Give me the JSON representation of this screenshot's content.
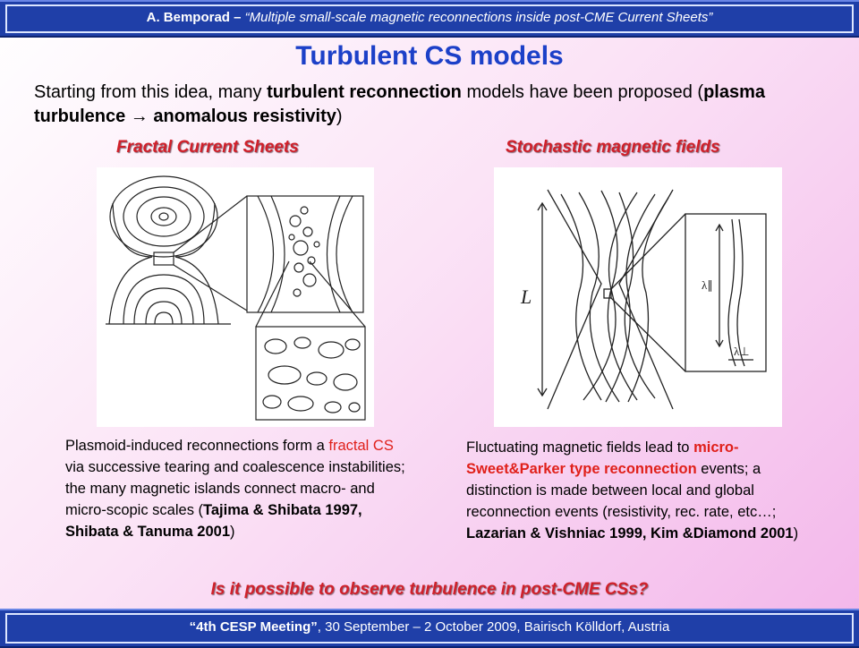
{
  "header": {
    "author": "A. Bemporad",
    "separator": " – ",
    "talk_title": "“Multiple small-scale magnetic reconnections inside post-CME Current Sheets”"
  },
  "title": "Turbulent CS models",
  "intro": {
    "t1": "Starting from this idea, many ",
    "b1": "turbulent reconnection",
    "t2": " models have been proposed (",
    "b2": "plasma turbulence → anomalous resistivity",
    "t3": ")"
  },
  "left": {
    "heading": "Fractal Current Sheets",
    "p1": "Plasmoid-induced reconnections form a ",
    "red": "fractal CS",
    "p2": " via successive tearing and coalescence instabilities; the many magnetic islands connect macro- and micro-scopic scales (",
    "b": "Tajima & Shibata 1997, Shibata & Tanuma 2001",
    "p3": ")"
  },
  "right": {
    "heading": "Stochastic magnetic fields",
    "p1": "Fluctuating magnetic fields lead to ",
    "red": "micro-Sweet&Parker type reconnection",
    "p2": " events; a distinction is made between local and global reconnection events (resistivity, rec. rate, etc…; ",
    "b": "Lazarian & Vishniac 1999, Kim &Diamond 2001",
    "p3": ")",
    "fig_label_L": "L",
    "fig_label_par": "λ∥",
    "fig_label_perp": "λ⊥"
  },
  "question": "Is it possible to observe turbulence in post-CME CSs?",
  "footer": {
    "meeting": "“4th CESP Meeting”",
    "details": ", 30 September – 2 October 2009, Bairisch Kölldorf, Austria"
  }
}
